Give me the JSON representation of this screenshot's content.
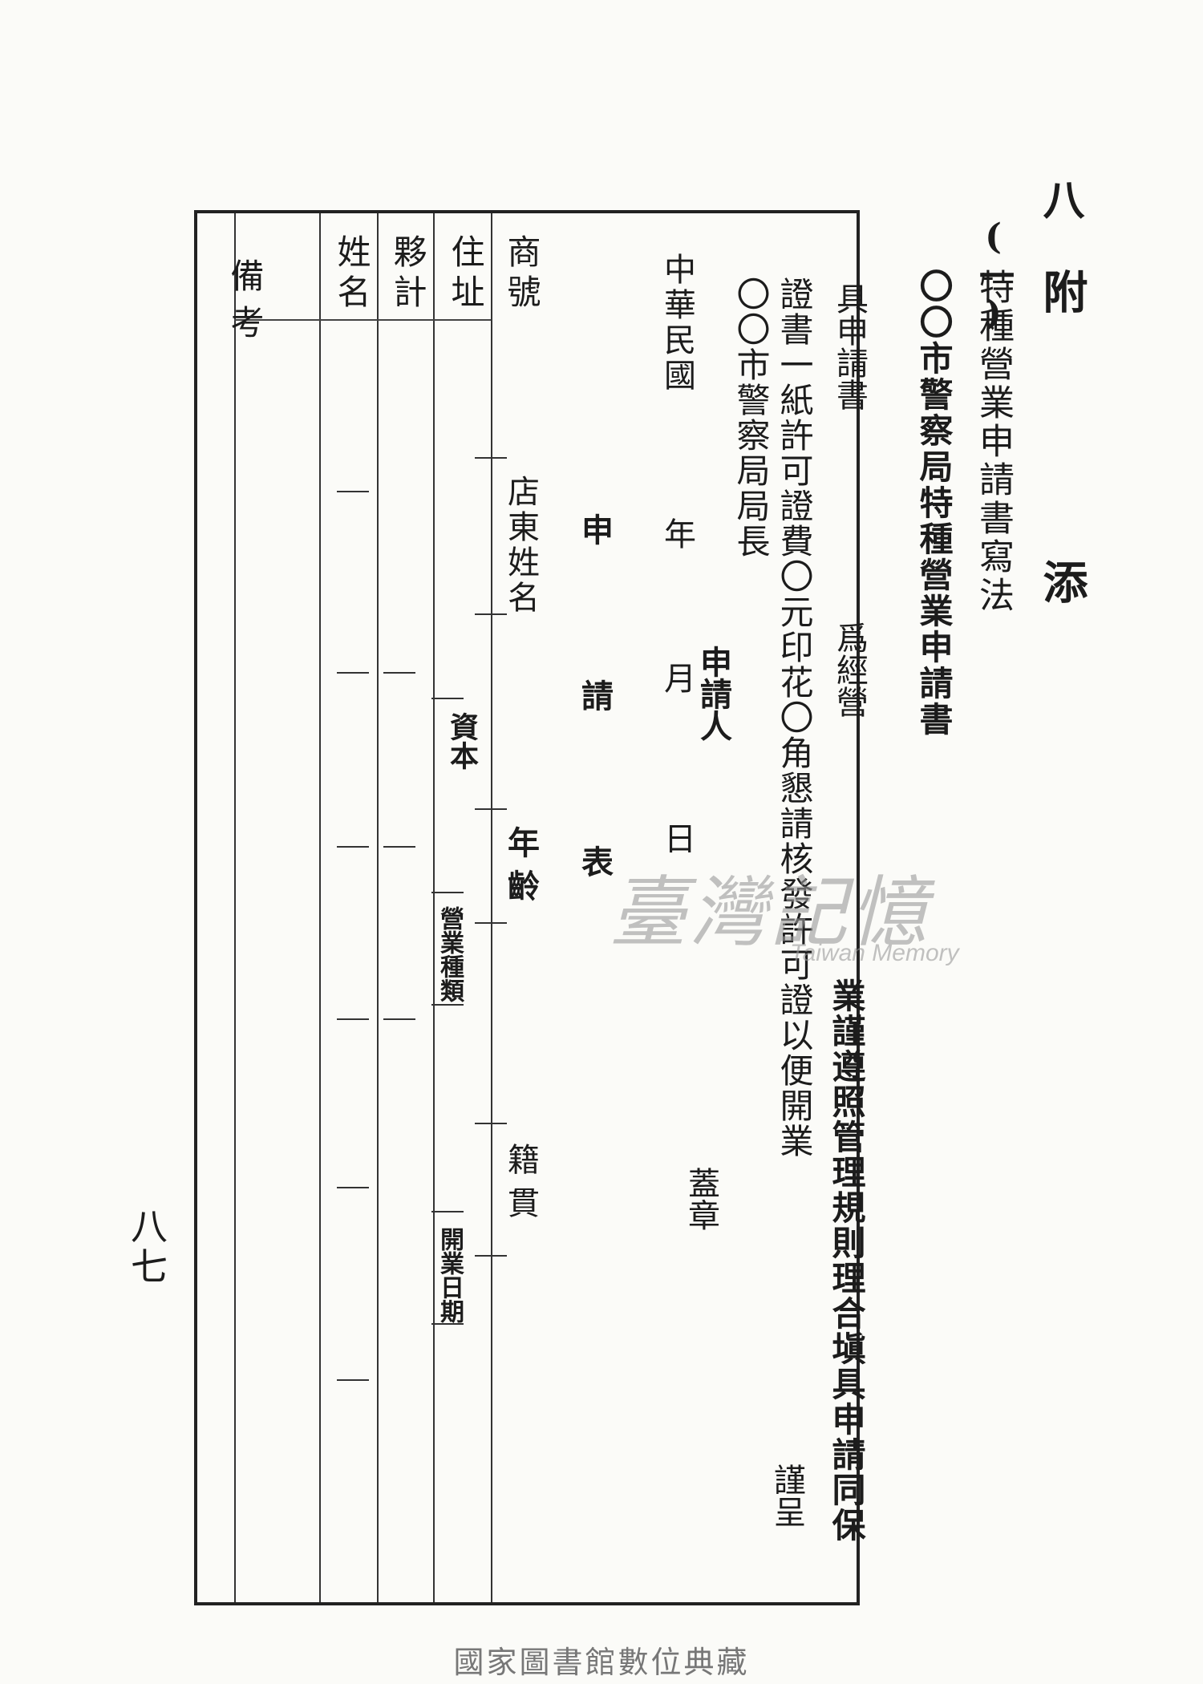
{
  "header": {
    "chapter": "八",
    "title": "附 添",
    "section_marker": "(一)",
    "section_title": "特種營業申請書寫法"
  },
  "letter": {
    "heading": "〇〇市警察局特種營業申請書",
    "col1": "業謹遵照管理規則理合塡具申請同保",
    "col1_top": "爲經營",
    "col2": "證書一紙許可證費〇元印花〇角懇請核發許可證以便開業",
    "col2_top": "具申請書",
    "col3": "〇〇市警察局局長",
    "closing": "謹呈",
    "date_label": "中華民國",
    "year": "年",
    "month": "月",
    "day": "日",
    "applicant": "申請人",
    "seal": "蓋章"
  },
  "form": {
    "title": "申 請 表",
    "shop_name": "商號",
    "owner_name": "店東姓名",
    "age": "年齡",
    "native_place": "籍貫",
    "address": "住址",
    "capital": "資本",
    "business_type": "營業種類",
    "opening_date": "開業日期",
    "partners": "夥計",
    "name": "姓名",
    "remarks": "備考"
  },
  "page_number": "八七",
  "watermark": {
    "chinese": "臺灣記憶",
    "english": "Taiwan Memory"
  },
  "footer": "國家圖書館數位典藏"
}
